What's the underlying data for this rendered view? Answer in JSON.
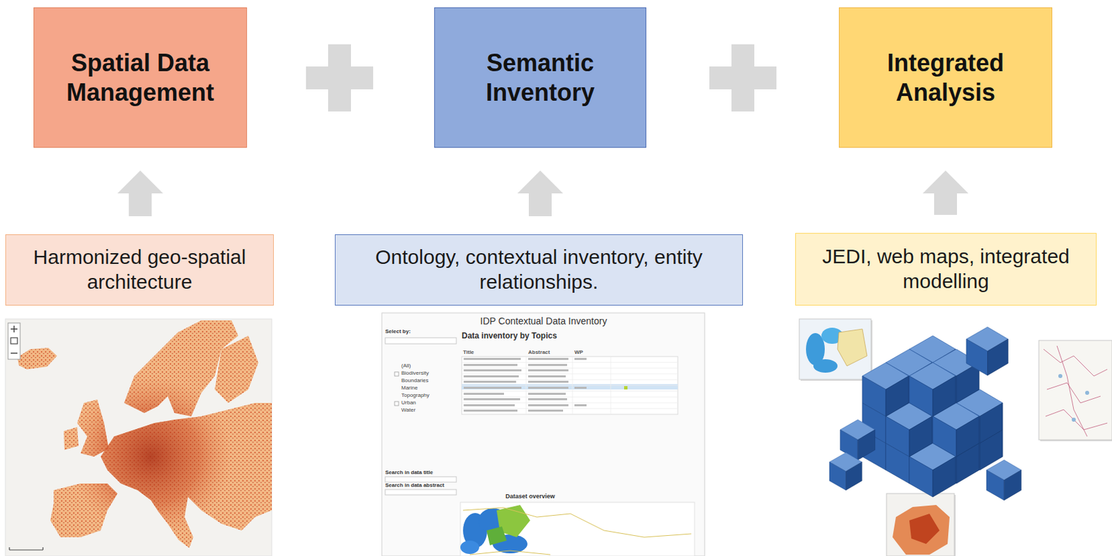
{
  "diagram": {
    "nodes": [
      {
        "text": [
          "Spatial Data Management"
        ]
      },
      {
        "text": [
          "Semantic Inventory"
        ]
      },
      {
        "text": [
          "Integrated Analysis"
        ]
      },
      {
        "text": [
          "Harmonized geo-spatial architecture"
        ]
      },
      {
        "text": [
          "Ontology, contextual inventory, entity relationships."
        ]
      },
      {
        "text": [
          "JEDI, web maps, integrated modelling"
        ]
      }
    ],
    "edges": [
      {
        "from": 3,
        "to": 0,
        "arrow": "to"
      },
      {
        "from": 4,
        "to": 1,
        "arrow": "to"
      },
      {
        "from": 5,
        "to": 2,
        "arrow": "to"
      }
    ],
    "labels": [
      "IDP Contextual Data Inventory",
      "Select by:",
      "Data inventory by Topics",
      "Title",
      "Abstract",
      "WP",
      "(All)",
      "Biodiversity",
      "Boundaries",
      "Marine",
      "Topography",
      "Urban",
      "Water",
      "Search in data title",
      "Search in data abstract",
      "Dataset overview"
    ]
  }
}
